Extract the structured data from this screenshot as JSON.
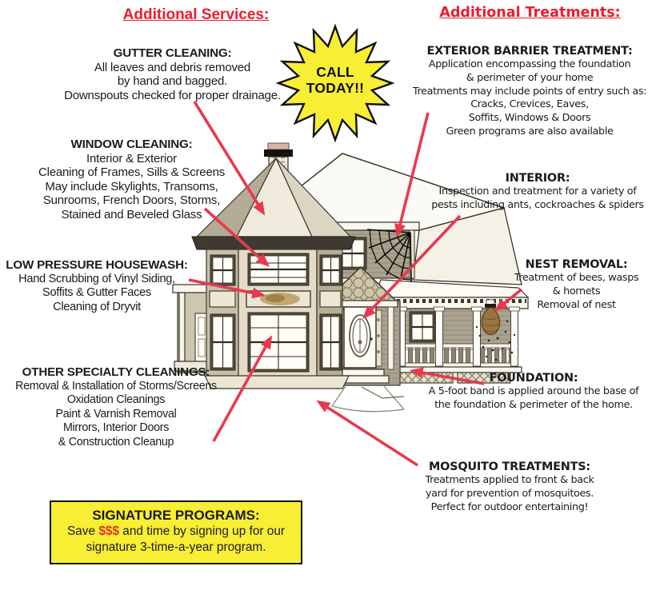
{
  "headings": {
    "services": "Additional Services:",
    "treatments": "Additional Treatments:"
  },
  "starburst": {
    "line1": "CALL",
    "line2": "TODAY!!"
  },
  "services": [
    {
      "title": "GUTTER CLEANING:",
      "lines": [
        "All leaves and debris removed",
        "by hand and bagged.",
        "Downspouts checked for proper drainage."
      ]
    },
    {
      "title": "WINDOW CLEANING:",
      "lines": [
        "Interior & Exterior",
        "Cleaning of Frames, Sills & Screens",
        "May include Skylights, Transoms,",
        "Sunrooms, French Doors, Storms,",
        "Stained and Beveled Glass"
      ]
    },
    {
      "title": "LOW PRESSURE HOUSEWASH:",
      "lines": [
        "Hand Scrubbing of Vinyl Siding,",
        "Soffits & Gutter Faces",
        "Cleaning of Dryvit"
      ]
    },
    {
      "title": "OTHER SPECIALTY CLEANINGS:",
      "lines": [
        "Removal & Installation of Storms/Screens",
        "Oxidation Cleanings",
        "Paint & Varnish Removal",
        "Mirrors, Interior Doors",
        "& Construction Cleanup"
      ]
    }
  ],
  "treatments": [
    {
      "title": "EXTERIOR BARRIER TREATMENT:",
      "lines": [
        "Application encompassing the foundation",
        "& perimeter of your home",
        "Treatments may include points of entry such as:",
        "Cracks, Crevices, Eaves,",
        "Soffits, Windows & Doors",
        "Green programs are also available"
      ]
    },
    {
      "title": "INTERIOR:",
      "lines": [
        "Inspection and treatment for a variety of",
        "pests including ants, cockroaches & spiders"
      ]
    },
    {
      "title": "NEST REMOVAL:",
      "lines": [
        "Treatment of bees, wasps",
        "& hornets",
        "Removal of nest"
      ]
    },
    {
      "title": "FOUNDATION:",
      "lines": [
        "A 5-foot band is applied around the base of",
        "the foundation & perimeter of the home."
      ]
    },
    {
      "title": "MOSQUITO TREATMENTS:",
      "lines": [
        "Treatments applied to front & back",
        "yard for prevention of mosquitoes.",
        "Perfect for outdoor entertaining!"
      ]
    }
  ],
  "signature": {
    "title": "SIGNATURE PROGRAMS:",
    "line1_pre": "Save ",
    "line1_dollars": "$$$",
    "line1_post": " and time by signing up for our",
    "line2": "signature 3-time-a-year program."
  },
  "icons": {
    "starburst": "16-point-star-badge",
    "spider_web": "spider-web",
    "wasp_nest": "wasp-nest",
    "house": "victorian-house-illustration"
  },
  "colors": {
    "accent_red": "#ee1c2e",
    "arrow_red": "#e8394e",
    "highlight_yellow": "#f8ee33",
    "text": "#1b1b1b"
  }
}
